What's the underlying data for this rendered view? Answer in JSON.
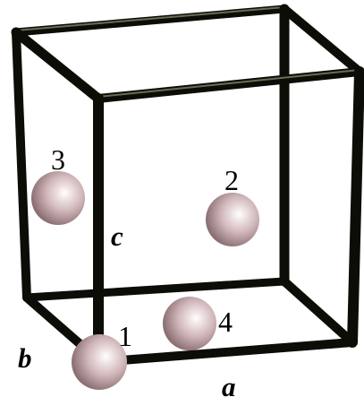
{
  "diagram": {
    "atoms": [
      {
        "id": "atom-1",
        "label": "1"
      },
      {
        "id": "atom-2",
        "label": "2"
      },
      {
        "id": "atom-3",
        "label": "3"
      },
      {
        "id": "atom-4",
        "label": "4"
      }
    ],
    "axes": {
      "a": "a",
      "b": "b",
      "c": "c"
    }
  },
  "colors": {
    "frame": "#0d0d08",
    "frame_highlight": "#6b6b55",
    "atom_base": "#c9adb0",
    "atom_shadow": "#8a6e72",
    "atom_highlight": "#ffffff",
    "background": "#ffffff"
  }
}
